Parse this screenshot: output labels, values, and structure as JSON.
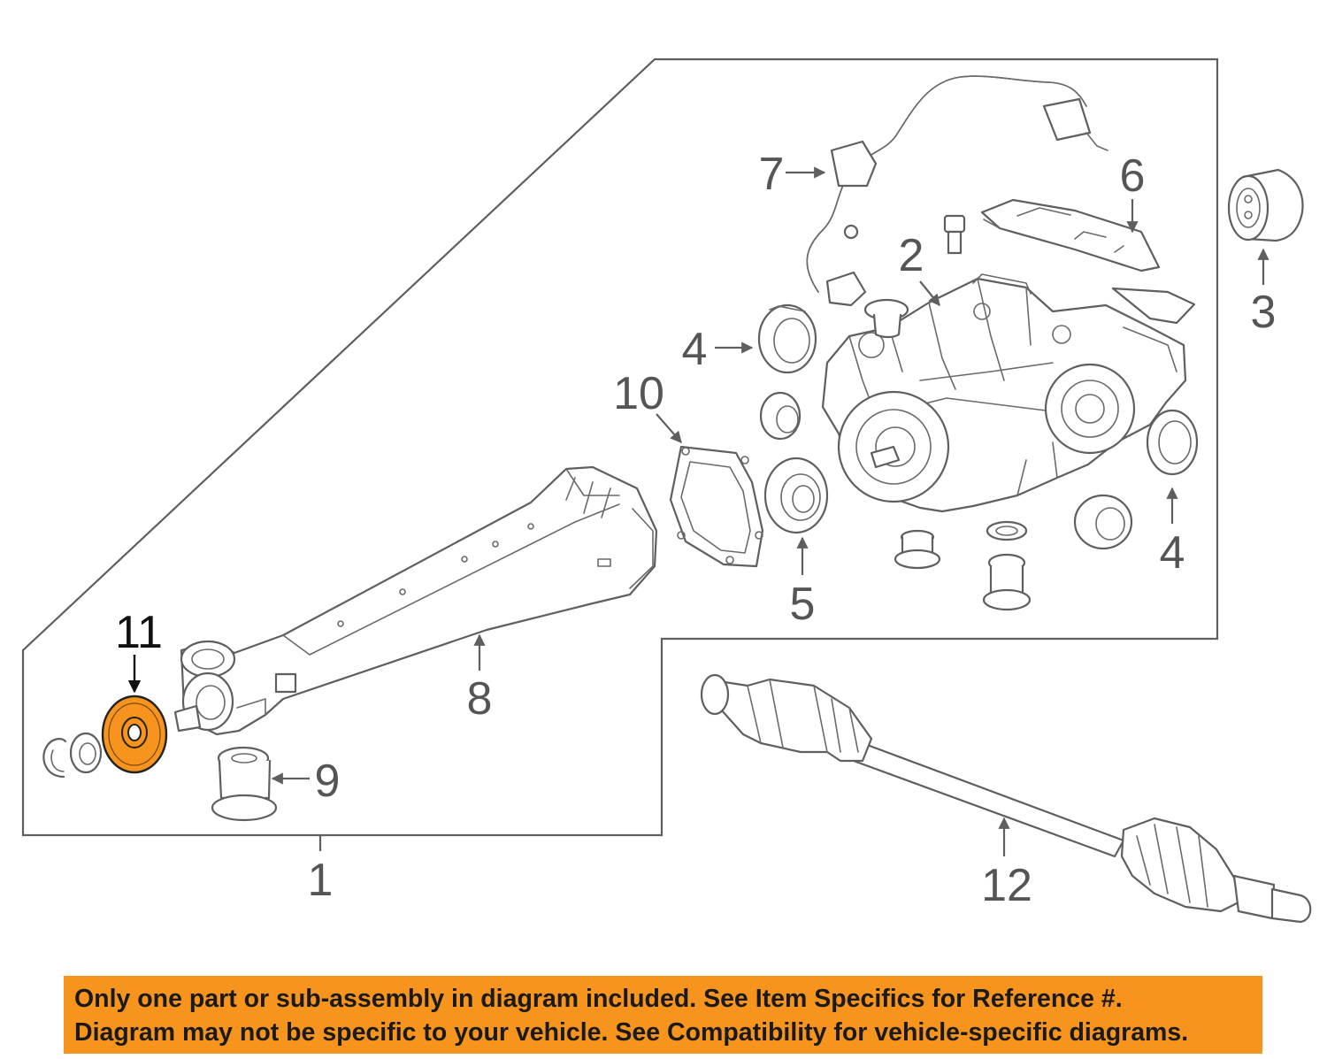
{
  "callouts": {
    "c1": "1",
    "c2": "2",
    "c3": "3",
    "c4a": "4",
    "c4b": "4",
    "c5": "5",
    "c6": "6",
    "c7": "7",
    "c8": "8",
    "c9": "9",
    "c10": "10",
    "c11": "11",
    "c12": "12"
  },
  "highlight_color": "#f7941d",
  "banner": {
    "line1": "Only one part or sub-assembly in diagram included. See Item Specifics for Reference #.",
    "line2": "Diagram may not be specific to your vehicle. See Compatibility for vehicle-specific diagrams."
  }
}
